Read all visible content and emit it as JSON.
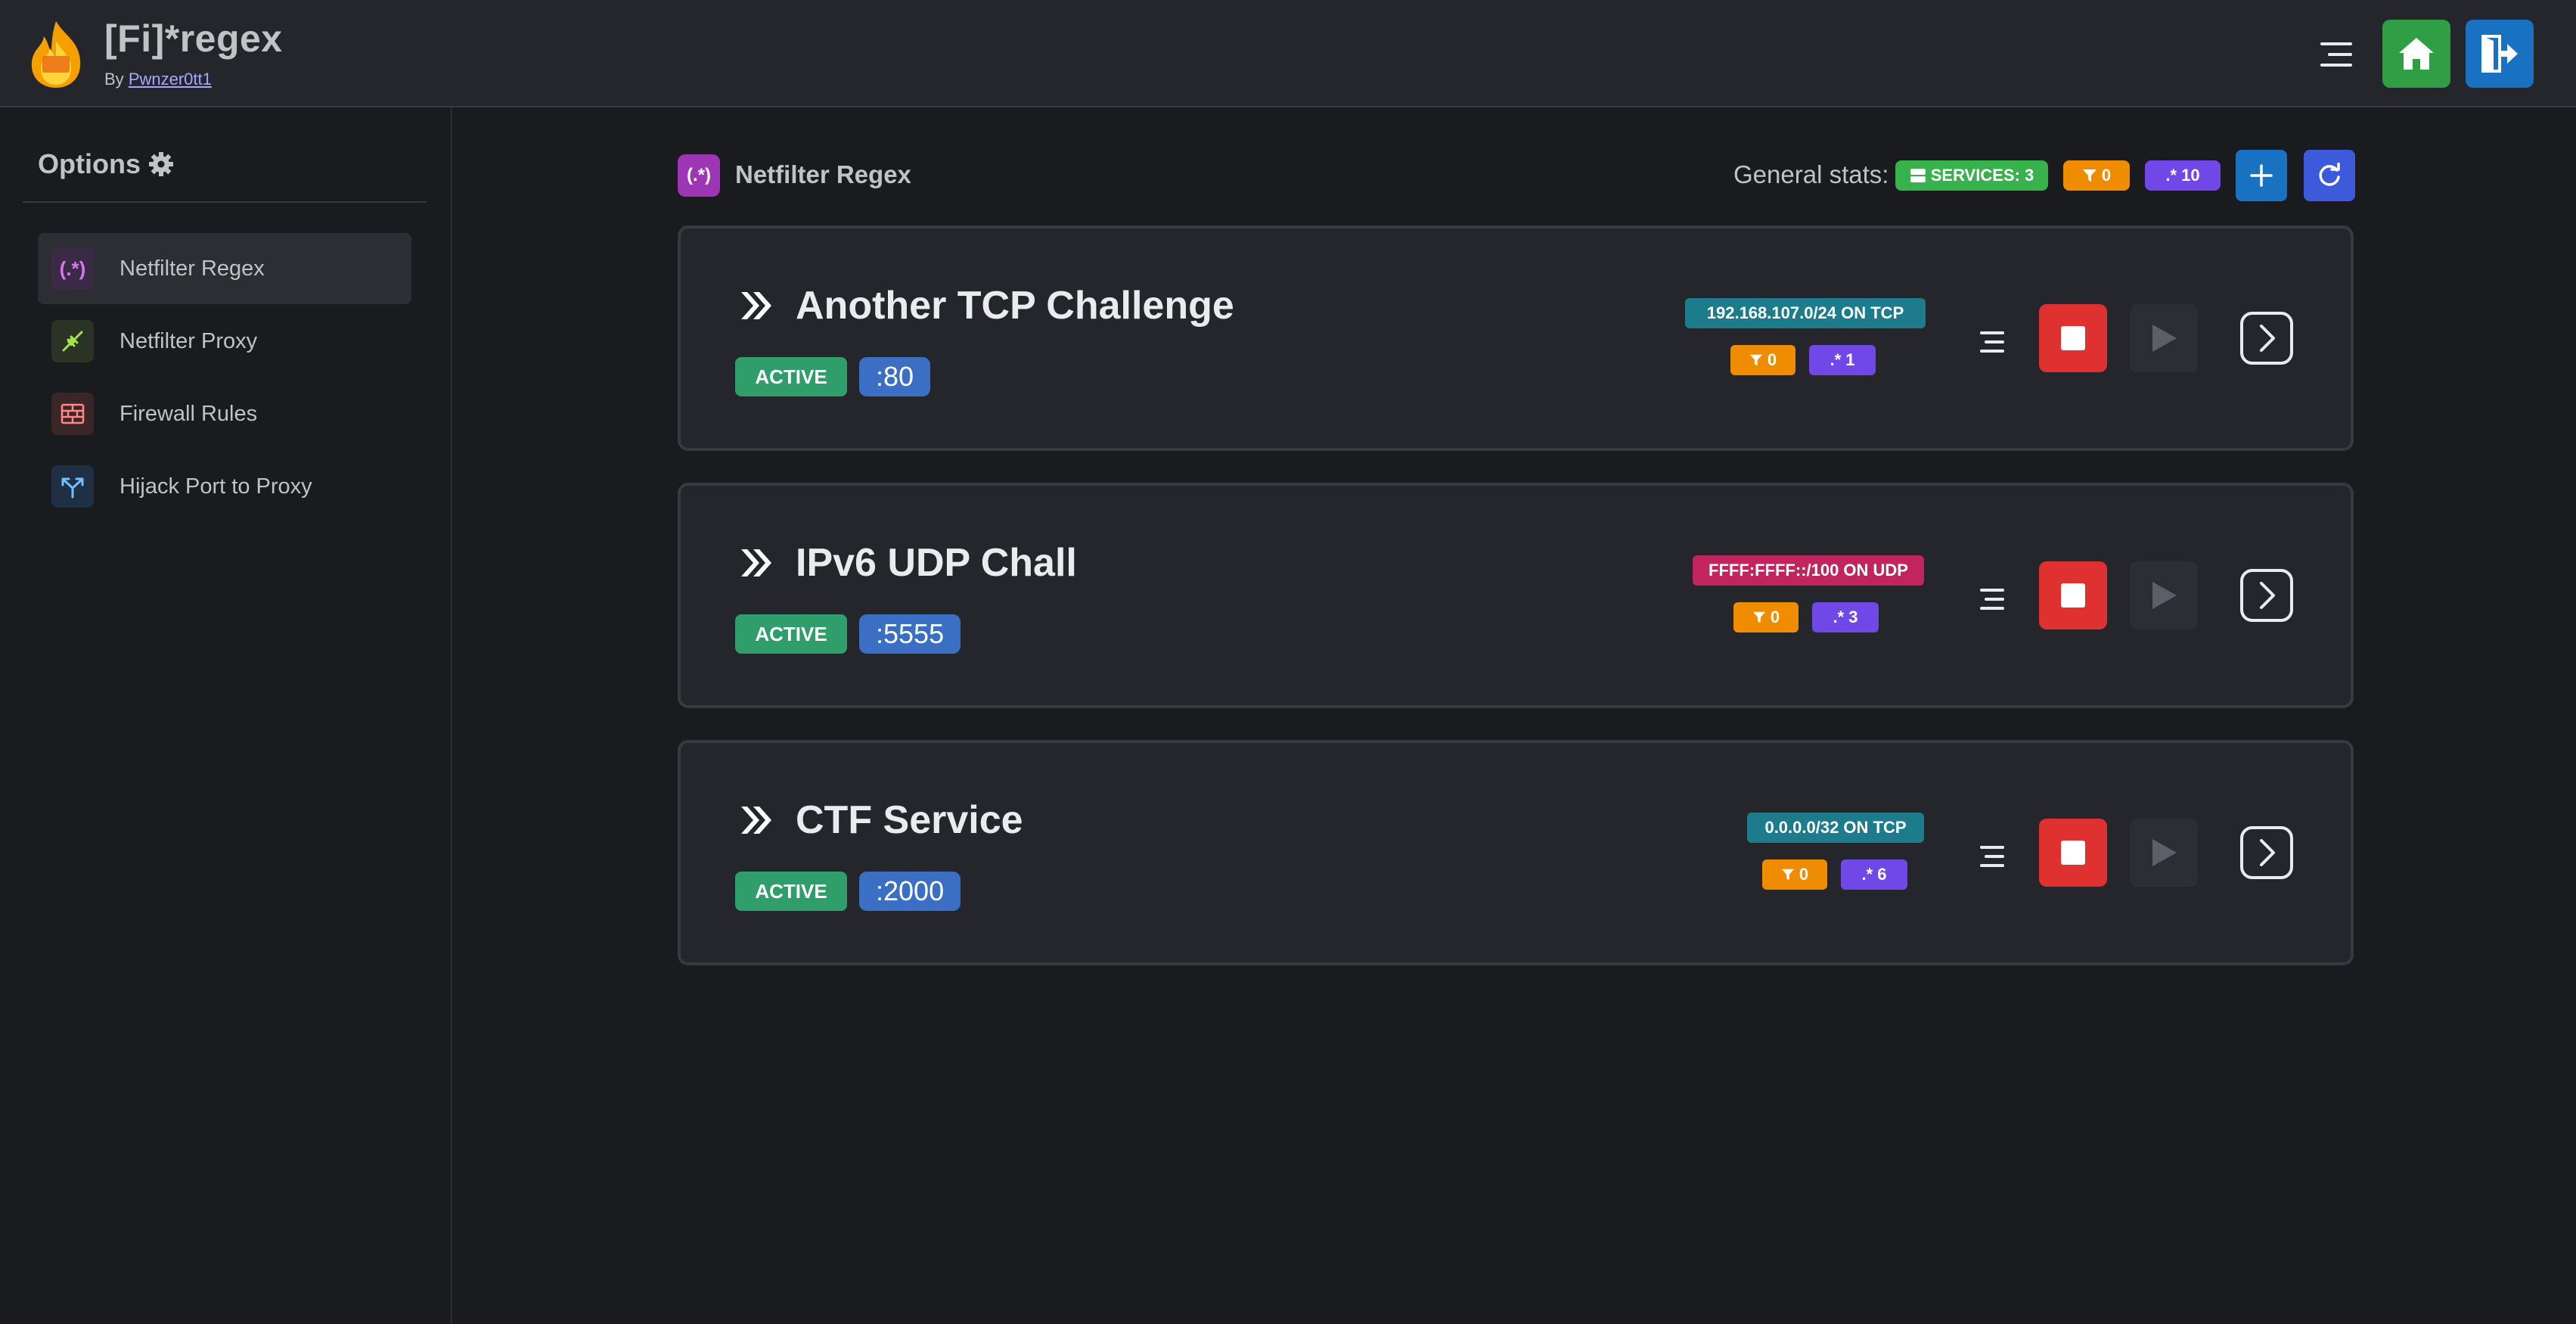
{
  "header": {
    "app_title": "[Fi]*regex",
    "by_prefix": "By",
    "author": "Pwnzer0tt1",
    "icons": {
      "menu": "hamburger-icon",
      "home": "home-icon",
      "logout": "logout-icon"
    },
    "colors": {
      "home": "#2f9e44",
      "logout": "#1971c2"
    }
  },
  "sidebar": {
    "title": "Options",
    "title_icon": "gear-icon",
    "items": [
      {
        "label": "Netfilter Regex",
        "icon": "regex-icon",
        "glyph": "(.*)",
        "active": true
      },
      {
        "label": "Netfilter Proxy",
        "icon": "plug-icon",
        "active": false
      },
      {
        "label": "Firewall Rules",
        "icon": "brick-wall-icon",
        "active": false
      },
      {
        "label": "Hijack Port to Proxy",
        "icon": "fork-arrows-icon",
        "active": false
      }
    ]
  },
  "main": {
    "section_icon_glyph": "(.*)",
    "section_title": "Netfilter Regex",
    "stats_label": "General stats:",
    "stats": {
      "services_label": "SERVICES: 3",
      "filtered": "0",
      "regexes": "10"
    },
    "buttons": {
      "add": "plus-icon",
      "refresh": "refresh-icon"
    },
    "services": [
      {
        "name": "Another TCP Challenge",
        "status": "ACTIVE",
        "port": ":80",
        "address": "192.168.107.0/24 ON TCP",
        "address_color": "#1c7c8c",
        "filtered": "0",
        "regexes": "1"
      },
      {
        "name": "IPv6 UDP Chall",
        "status": "ACTIVE",
        "port": ":5555",
        "address": "FFFF:FFFF::/100 ON UDP",
        "address_color": "#c2255c",
        "filtered": "0",
        "regexes": "3"
      },
      {
        "name": "CTF Service",
        "status": "ACTIVE",
        "port": ":2000",
        "address": "0.0.0.0/32 ON TCP",
        "address_color": "#1c7c8c",
        "filtered": "0",
        "regexes": "6"
      }
    ]
  }
}
